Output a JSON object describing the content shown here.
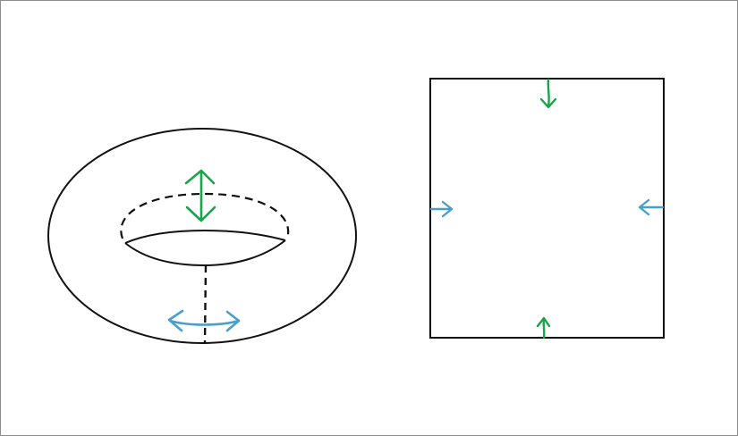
{
  "figure": {
    "panels": [
      {
        "name": "torus",
        "parts": [
          "outer-outline",
          "hole-back-edge",
          "hole-front-edge",
          "cut-line"
        ]
      },
      {
        "name": "square",
        "parts": [
          "boundary"
        ]
      }
    ],
    "identifications": [
      {
        "pair": "meridian",
        "color": "#1aa34a",
        "icon": "double-arrow-vertical"
      },
      {
        "pair": "longitude",
        "color": "#4a9ecb",
        "icon": "double-arrow-horizontal"
      }
    ],
    "stroke_color": "#111111",
    "background": "#ffffff"
  }
}
